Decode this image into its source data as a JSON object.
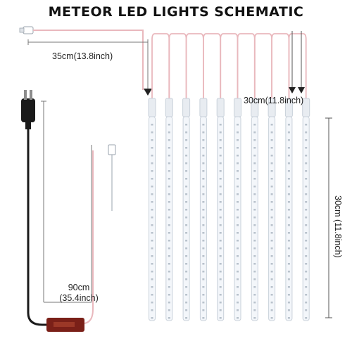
{
  "title": "METEOR LED LIGHTS SCHEMATIC",
  "labels": {
    "lead_length": "35cm(13.8inch)",
    "spacing": "30cm(11.8inch)",
    "power_cable_line1": "90cm",
    "power_cable_line2": "(35.4inch)",
    "tube_length": "30cm (11.8inch)"
  },
  "tube_count": 10,
  "colors": {
    "wire_pink": "#e9b8bd",
    "tube_fill": "#f3f6fa",
    "tube_edge": "#c9d1da",
    "led_dot": "#b9c2cc",
    "power_cord": "#1a1a1a",
    "adapter_red": "#7a2018",
    "dimension_line": "#777777"
  },
  "icons": {
    "plug": "power-plug-icon",
    "adapter": "power-adapter-icon",
    "connector": "end-connector-icon"
  }
}
